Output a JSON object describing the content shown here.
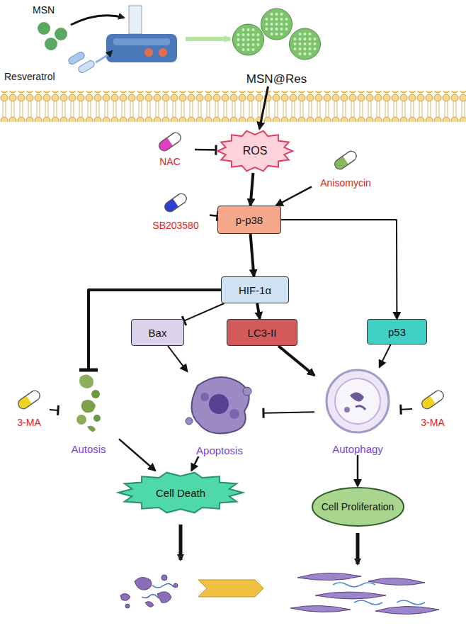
{
  "diagram": {
    "nodes": [
      {
        "text": [
          "MSN@Res"
        ]
      },
      {
        "text": [
          "NAC"
        ]
      },
      {
        "text": [
          "ROS"
        ]
      },
      {
        "text": [
          "Anisomycin"
        ]
      },
      {
        "text": [
          "SB203580"
        ]
      },
      {
        "text": [
          "p-p38"
        ]
      },
      {
        "text": [
          "HIF-1α"
        ]
      },
      {
        "text": [
          "Bax"
        ]
      },
      {
        "text": [
          "LC3-II"
        ]
      },
      {
        "text": [
          "p53"
        ]
      },
      {
        "text": [
          "3-MA"
        ]
      },
      {
        "text": [
          "Autosis"
        ]
      },
      {
        "text": [
          "Apoptosis"
        ]
      },
      {
        "text": [
          "Autophagy"
        ]
      },
      {
        "text": [
          "3-MA"
        ]
      },
      {
        "text": [
          "Cell Death"
        ]
      },
      {
        "text": [
          "Cell Proliferation"
        ]
      }
    ],
    "edges": [
      {
        "from": 0,
        "to": 2,
        "arrow": "to"
      },
      {
        "from": 1,
        "to": 2,
        "arrow": "to"
      },
      {
        "from": 2,
        "to": 5,
        "arrow": "to"
      },
      {
        "from": 3,
        "to": 5,
        "arrow": "to"
      },
      {
        "from": 4,
        "to": 5,
        "arrow": "to"
      },
      {
        "from": 5,
        "to": 6,
        "arrow": "to"
      },
      {
        "from": 5,
        "to": 9,
        "arrow": "to"
      },
      {
        "from": 6,
        "to": 11,
        "arrow": "to"
      },
      {
        "from": 6,
        "to": 7,
        "arrow": "to"
      },
      {
        "from": 6,
        "to": 8,
        "arrow": "to"
      },
      {
        "from": 7,
        "to": 12,
        "arrow": "to"
      },
      {
        "from": 8,
        "to": 13,
        "arrow": "to"
      },
      {
        "from": 9,
        "to": 13,
        "arrow": "to"
      },
      {
        "from": 13,
        "to": 12,
        "arrow": "to"
      },
      {
        "from": 10,
        "to": 11,
        "arrow": "to"
      },
      {
        "from": 14,
        "to": 13,
        "arrow": "to"
      },
      {
        "from": 11,
        "to": 15,
        "arrow": "to"
      },
      {
        "from": 12,
        "to": 15,
        "arrow": "to"
      },
      {
        "from": 13,
        "to": 16,
        "arrow": "to"
      }
    ],
    "labels": [
      "MSN",
      "Resveratrol"
    ]
  }
}
